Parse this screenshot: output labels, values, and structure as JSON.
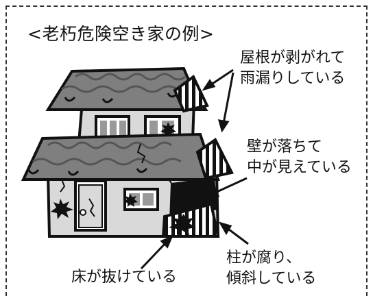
{
  "title": "<老朽危険空き家の例>",
  "labels": {
    "roof": [
      "屋根が剥がれて",
      "雨漏りしている"
    ],
    "wall": [
      "壁が落ちて",
      "中が見えている"
    ],
    "pillar": [
      "柱が腐り、",
      "傾斜している"
    ],
    "floor": "床が抜けている"
  },
  "colors": {
    "roof": "#7f7f7f",
    "wall": "#d9d9d9",
    "line": "#111111"
  }
}
